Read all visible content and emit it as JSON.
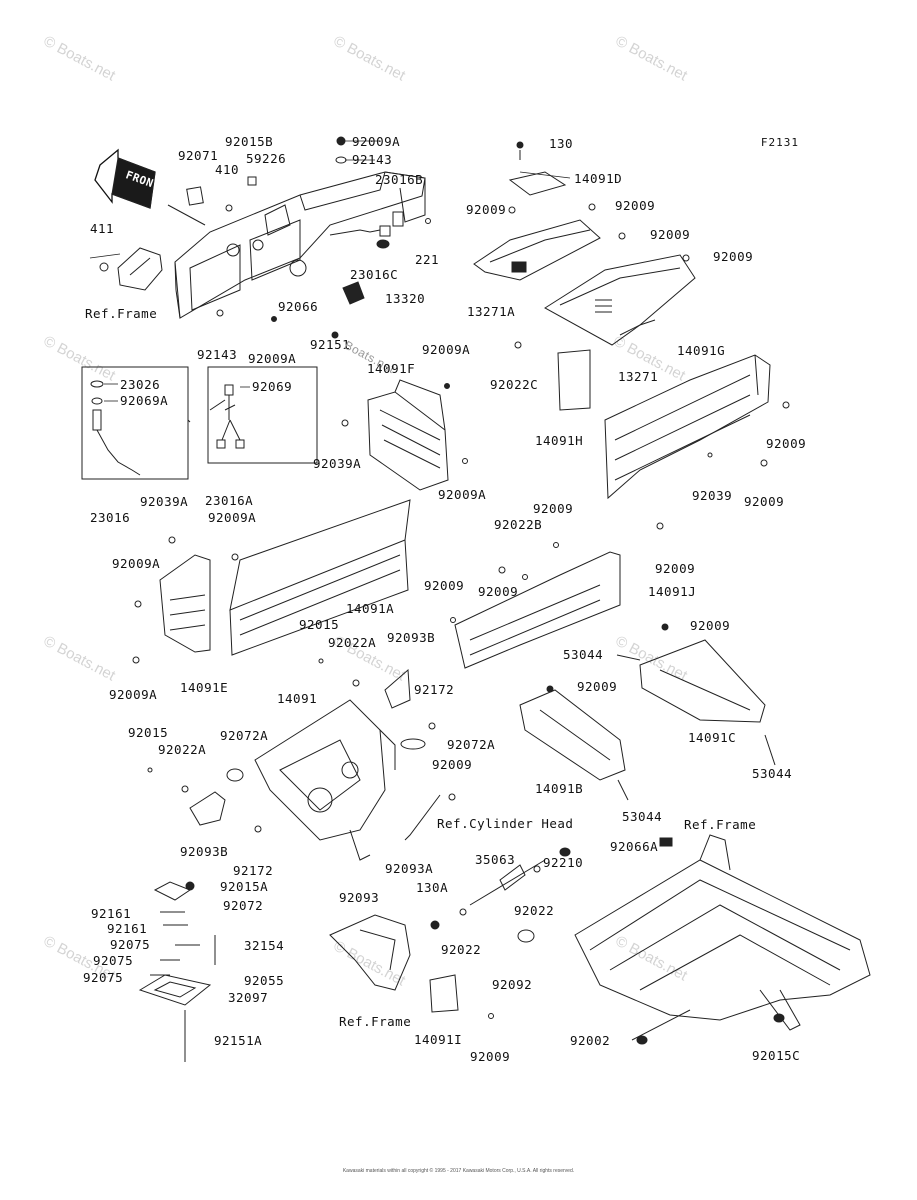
{
  "figure_id": "F2131",
  "watermark": "© Boats.net",
  "watermark_inline": "Boats.net",
  "front_label": "FRONT",
  "copyright": "Kawasaki materials within all copyright © 1995 - 2017 Kawasaki Motors Corp., U.S.A. All rights reserved.",
  "labels": {
    "p92071": "92071",
    "p92015B": "92015B",
    "p410": "410",
    "p59226": "59226",
    "p92009A_top": "92009A",
    "p92143_top": "92143",
    "p23016B": "23016B",
    "p411": "411",
    "p221": "221",
    "p23016C": "23016C",
    "p13320": "13320",
    "p92066": "92066",
    "ref_frame_1": "Ref.Frame",
    "p92143_mid": "92143",
    "p92009A_mid": "92009A",
    "p92151": "92151",
    "p14091F": "14091F",
    "p92009A_r": "92009A",
    "p130": "130",
    "p14091D": "14091D",
    "p92009_a": "92009",
    "p92009_b": "92009",
    "p92009_c": "92009",
    "p92009_d": "92009",
    "p13271A": "13271A",
    "p13271": "13271",
    "p14091G": "14091G",
    "p92022C": "92022C",
    "p14091H": "14091H",
    "p92009_e": "92009",
    "p92039": "92039",
    "p92009_f": "92009",
    "p92009_g": "92009",
    "p23026": "23026",
    "p92069A": "92069A",
    "p92069": "92069",
    "p92039A_a": "92039A",
    "p92009A_c": "92009A",
    "p23016": "23016",
    "p92039A_b": "92039A",
    "p23016A": "23016A",
    "p92009A_d": "92009A",
    "p92009A_e": "92009A",
    "p14091A": "14091A",
    "p92009A_f": "92009A",
    "p14091E": "14091E",
    "p92009_h": "92009",
    "p92022B": "92022B",
    "p92009_i": "92009",
    "p92009_j": "92009",
    "p14091J": "14091J",
    "p92015_a": "92015",
    "p92022A_a": "92022A",
    "p92093B_a": "92093B",
    "p92172_a": "92172",
    "p92009_k": "92009",
    "p53044_a": "53044",
    "p92009_l": "92009",
    "p14091C": "14091C",
    "p14091": "14091",
    "p92015_b": "92015",
    "p92022A_b": "92022A",
    "p92072A_a": "92072A",
    "p92072A_b": "92072A",
    "p92009_m": "92009",
    "p14091B": "14091B",
    "p53044_b": "53044",
    "p53044_c": "53044",
    "p92093B_b": "92093B",
    "p92172_b": "92172",
    "ref_cylinder_head": "Ref.Cylinder Head",
    "ref_frame_2": "Ref.Frame",
    "p92066A": "92066A",
    "p92093A": "92093A",
    "p35063": "35063",
    "p92210": "92210",
    "p92093": "92093",
    "p130A": "130A",
    "p92022_a": "92022",
    "p92015A": "92015A",
    "p92072": "92072",
    "p92161_a": "92161",
    "p92161_b": "92161",
    "p92075_a": "92075",
    "p32154": "32154",
    "p92075_b": "92075",
    "p92075_c": "92075",
    "p92055": "92055",
    "p32097": "32097",
    "p92022_b": "92022",
    "p92092": "92092",
    "ref_frame_3": "Ref.Frame",
    "p14091I": "14091I",
    "p92009_n": "92009",
    "p92151A": "92151A",
    "p92002": "92002",
    "p92015C": "92015C"
  }
}
